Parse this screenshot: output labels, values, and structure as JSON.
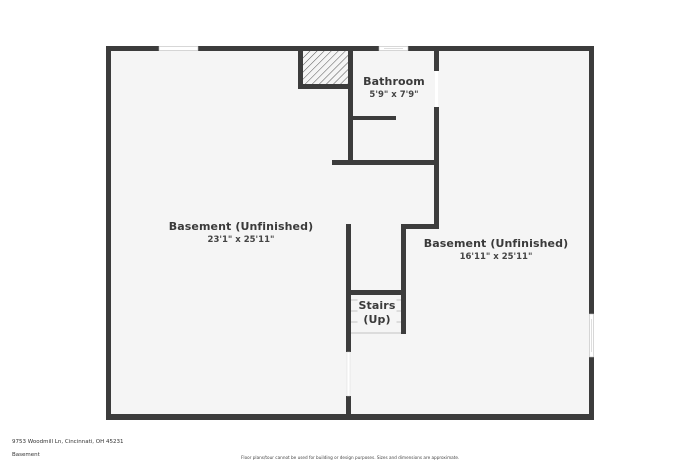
{
  "floor_plan": {
    "floor_name": "Basement",
    "address": "9753 Woodmill Ln, Cincinnati, OH 45231",
    "disclaimer": "Floor plans/tour cannot be used for building or design purposes. Sizes and dimensions are approximate.",
    "colors": {
      "wall": "#3c3c3c",
      "floor": "#f5f5f5",
      "background": "#ffffff",
      "text": "#3a3a3a"
    },
    "rooms": [
      {
        "name": "Basement (Unfinished)",
        "dimensions": "23'1\" x 25'11\""
      },
      {
        "name": "Basement (Unfinished)",
        "dimensions": "16'11\" x 25'11\""
      },
      {
        "name": "Bathroom",
        "dimensions": "5'9\" x 7'9\""
      },
      {
        "name": "Stairs",
        "sub": "(Up)"
      }
    ]
  }
}
